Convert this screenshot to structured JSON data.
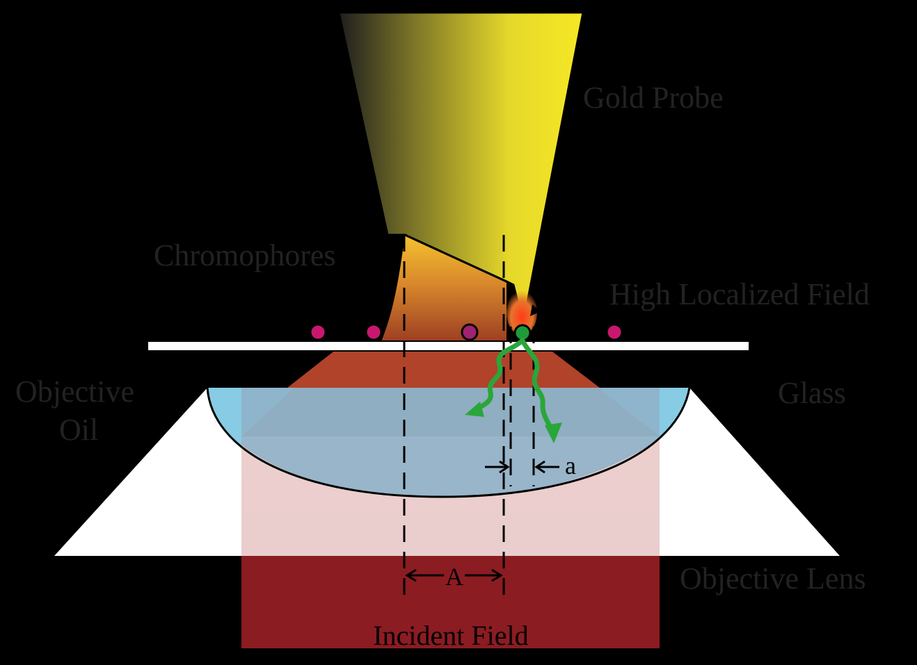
{
  "labels": {
    "gold_probe": "Gold Probe",
    "chromophores": "Chromophores",
    "high_localized_field": "High Localized Field",
    "objective_oil_line1": "Objective",
    "objective_oil_line2": "Oil",
    "glass": "Glass",
    "objective_lens": "Objective Lens",
    "incident_field": "Incident Field",
    "dimension_large": "A",
    "dimension_small": "a"
  },
  "colors": {
    "background": "#000000",
    "incident_field": "#8b1c22",
    "probe_dark": "#1e1e1e",
    "probe_bright": "#f6e824",
    "oil": "#87cce4",
    "glass": "#ffffff",
    "lens": "#ffffff",
    "chromophore": "#c8186e",
    "excited_chromophore": "#1f9a3a",
    "emission_arrow": "#2aa63a",
    "label_text": "#222222"
  }
}
